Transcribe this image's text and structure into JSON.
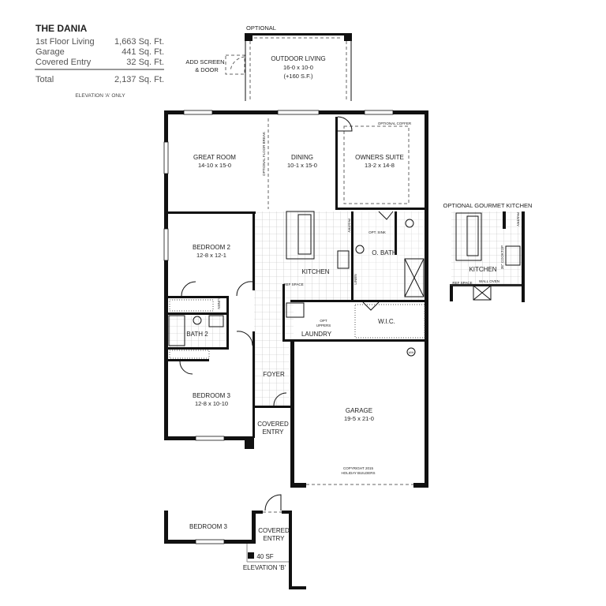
{
  "summary": {
    "title": "THE DANIA",
    "rows": [
      {
        "label": "1st Floor Living",
        "value": "1,663 Sq. Ft."
      },
      {
        "label": "Garage",
        "value": "441 Sq. Ft."
      },
      {
        "label": "Covered Entry",
        "value": "32 Sq. Ft."
      }
    ],
    "total_label": "Total",
    "total_value": "2,137 Sq. Ft.",
    "note": "ELEVATION 'A' ONLY"
  },
  "optional_outdoor": {
    "optional_label": "OPTIONAL",
    "name": "OUTDOOR LIVING",
    "dims": "16-0 x 10-0",
    "area": "(+160 S.F.)",
    "screen_label_1": "ADD SCREEN",
    "screen_label_2": "& DOOR"
  },
  "rooms": {
    "great_room": {
      "name": "GREAT ROOM",
      "dims": "14-10 x 15-0"
    },
    "dining": {
      "name": "DINING",
      "dims": "10-1 x 15-0"
    },
    "owners_suite": {
      "name": "OWNERS SUITE",
      "dims": "13-2 x 14-8"
    },
    "bedroom2": {
      "name": "BEDROOM 2",
      "dims": "12-8 x 12-1"
    },
    "bedroom3": {
      "name": "BEDROOM 3",
      "dims": "12-8 x 10-10"
    },
    "kitchen": {
      "name": "KITCHEN"
    },
    "obath": {
      "name": "O. BATH"
    },
    "bath2": {
      "name": "BATH 2"
    },
    "wic": {
      "name": "W.I.C."
    },
    "laundry": {
      "name": "LAUNDRY"
    },
    "foyer": {
      "name": "FOYER"
    },
    "covered_entry_1": "COVERED",
    "covered_entry_2": "ENTRY",
    "garage": {
      "name": "GARAGE",
      "dims": "19-5 x 21-0"
    }
  },
  "small_labels": {
    "optional_coffer": "OPTIONAL COFFER",
    "optional_floor_break": "OPTIONAL FLOOR BREAK",
    "pantry": "PANTRY",
    "opt_sink": "OPT. SINK",
    "linen": "LINEN",
    "ref_space": "REF SPACE",
    "opt_uppers_1": "OPT",
    "opt_uppers_2": "UPPERS",
    "wh": "W/H",
    "copyright_1": "COPYRIGHT 2015",
    "copyright_2": "HOLIDAY BUILDERS"
  },
  "gourmet_kitchen": {
    "title": "OPTIONAL GOURMET KITCHEN",
    "kitchen": "KITCHEN",
    "pantry": "PANTRY",
    "cooktop": "36\" COOKTOP",
    "ref_space": "REF SPACE",
    "wall_oven": "WALL OVEN"
  },
  "elevation_b": {
    "bedroom": "BEDROOM 3",
    "covered_1": "COVERED",
    "covered_2": "ENTRY",
    "area": "40 SF",
    "label": "ELEVATION 'B'"
  }
}
